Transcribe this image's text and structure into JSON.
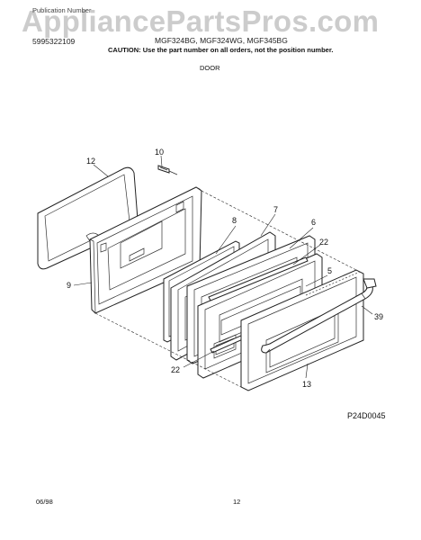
{
  "watermark": "AppliancePartsPros.com",
  "header": {
    "publication_label": "Publication Number",
    "part_number": "5995322109",
    "models": "MGF324BG, MGF324WG, MGF345BG",
    "caution": "CAUTION: Use the part number on all orders, not the position number."
  },
  "section_title": "DOOR",
  "callouts": {
    "c12": "12",
    "c10": "10",
    "c8": "8",
    "c7": "7",
    "c6": "6",
    "c22_top": "22",
    "c5": "5",
    "c9": "9",
    "c39": "39",
    "c22_bottom": "22",
    "c13": "13"
  },
  "figure_code": "P24D0045",
  "footer": {
    "date": "06/98",
    "page": "12"
  }
}
